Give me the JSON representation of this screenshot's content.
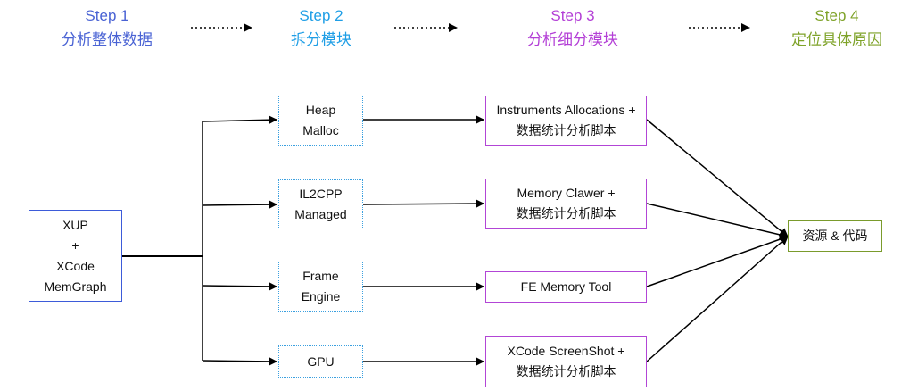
{
  "steps": [
    {
      "label": "Step 1",
      "title": "分析整体数据",
      "color": "#4a63d4"
    },
    {
      "label": "Step 2",
      "title": "拆分模块",
      "color": "#1e9ee6"
    },
    {
      "label": "Step 3",
      "title": "分析细分模块",
      "color": "#b33fd6"
    },
    {
      "label": "Step 4",
      "title": "定位具体原因",
      "color": "#7fa32a"
    }
  ],
  "source": {
    "lines": [
      "XUP",
      "+",
      "XCode",
      "MemGraph"
    ]
  },
  "modules": [
    {
      "lines": [
        "Heap",
        "Malloc"
      ]
    },
    {
      "lines": [
        "IL2CPP",
        "Managed"
      ]
    },
    {
      "lines": [
        "Frame",
        "Engine"
      ]
    },
    {
      "lines": [
        "GPU"
      ]
    }
  ],
  "tools": [
    {
      "lines": [
        "Instruments Allocations +",
        "数据统计分析脚本"
      ]
    },
    {
      "lines": [
        "Memory Clawer +",
        "数据统计分析脚本"
      ]
    },
    {
      "lines": [
        "FE Memory Tool"
      ]
    },
    {
      "lines": [
        "XCode ScreenShot +",
        "数据统计分析脚本"
      ]
    }
  ],
  "result": {
    "label": "资源 & 代码"
  }
}
